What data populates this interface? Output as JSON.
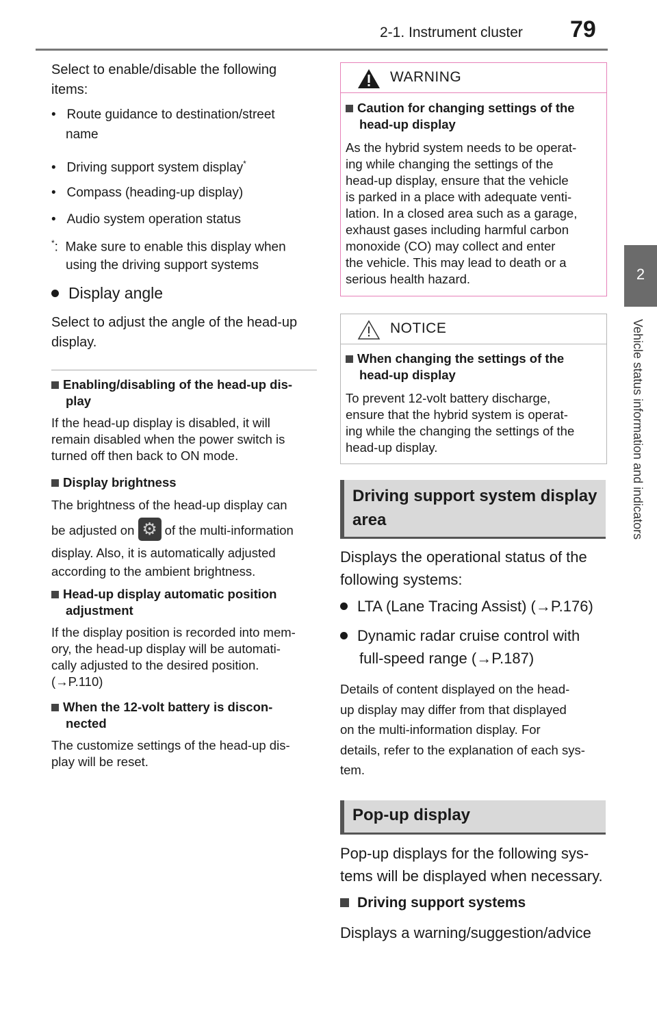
{
  "header": {
    "section": "2-1. Instrument cluster",
    "page_number": "79"
  },
  "side_tab": {
    "chapter_number": "2",
    "chapter_title": "Vehicle status information and indicators"
  },
  "left": {
    "intro_line1": "Select to enable/disable the following",
    "intro_line2": "items:",
    "items": [
      "Route guidance to destination/street",
      "name",
      "Driving support system display",
      "Compass (heading-up display)",
      "Audio system operation status"
    ],
    "footnote_mark": "*",
    "footnote_line1": "Make sure to enable this display when",
    "footnote_line2": "using the driving support systems",
    "display_angle_heading": "Display angle",
    "display_angle_text1": "Select to adjust the angle of the head-up",
    "display_angle_text2": "display.",
    "notes": [
      {
        "title1": "Enabling/disabling of the head-up dis-",
        "title2": "play",
        "lines": [
          "If the head-up display is disabled, it will",
          "remain disabled when the power switch is",
          "turned off then back to ON mode."
        ]
      },
      {
        "title1": "Display brightness",
        "lines": [
          "The brightness of the head-up display can",
          "be adjusted on",
          "of the multi-information",
          "display. Also, it is automatically adjusted",
          "according to the ambient brightness."
        ]
      },
      {
        "title1": "Head-up display automatic position",
        "title2": "adjustment",
        "lines": [
          "If the display position is recorded into mem-",
          "ory, the head-up display will be automati-",
          "cally adjusted to the desired position.",
          "(→P.110)"
        ]
      },
      {
        "title1": "When the 12-volt battery is discon-",
        "title2": "nected",
        "lines": [
          "The customize settings of the head-up dis-",
          "play will be reset."
        ]
      }
    ]
  },
  "warning": {
    "label": "WARNING",
    "title1": "Caution for changing settings of the",
    "title2": "head-up display",
    "lines": [
      "As the hybrid system needs to be operat-",
      "ing while changing the settings of the",
      "head-up display, ensure that the vehicle",
      "is parked in a place with adequate venti-",
      "lation. In a closed area such as a garage,",
      "exhaust gases including harmful carbon",
      "monoxide (CO) may collect and enter",
      "the vehicle. This may lead to death or a",
      "serious health hazard."
    ]
  },
  "notice": {
    "label": "NOTICE",
    "title1": "When changing the settings of the",
    "title2": "head-up display",
    "lines": [
      "To prevent 12-volt battery discharge,",
      "ensure that the hybrid system is operat-",
      "ing while the changing the settings of the",
      "head-up display."
    ]
  },
  "dss": {
    "title1": "Driving support system display",
    "title2": "area",
    "intro1": "Displays the operational status of the",
    "intro2": "following systems:",
    "item1": "LTA (Lane Tracing Assist) (→P.176)",
    "item2a": "Dynamic radar cruise control with",
    "item2b": "full-speed range (→P.187)",
    "note": [
      "Details of content displayed on the head-",
      "up display may differ from that displayed",
      "on the multi-information display. For",
      "details, refer to the explanation of each sys-",
      "tem."
    ]
  },
  "popup": {
    "title": "Pop-up display",
    "intro1": "Pop-up displays for the following sys-",
    "intro2": "tems will be displayed when necessary.",
    "sub_heading": "Driving support systems",
    "text": "Displays a warning/suggestion/advice"
  }
}
